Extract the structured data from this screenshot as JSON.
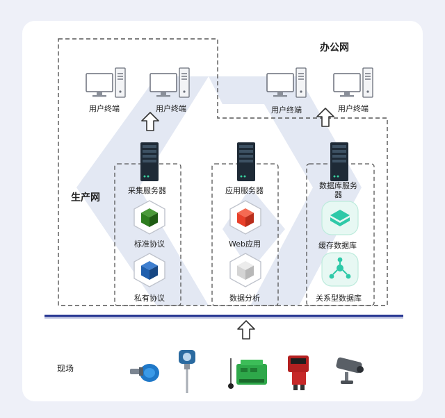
{
  "zones": {
    "office": "办公网",
    "production": "生产网",
    "field": "现场"
  },
  "terminals": [
    {
      "label": "用户终端"
    },
    {
      "label": "用户终端"
    },
    {
      "label": "用户终端"
    },
    {
      "label": "用户终端"
    }
  ],
  "columns": {
    "collect": {
      "server": "采集服务器",
      "items": [
        "标准协议",
        "私有协议"
      ]
    },
    "app": {
      "server": "应用服务器",
      "items": [
        "Web应用",
        "数据分析"
      ]
    },
    "db": {
      "server": "数据库服务\n器",
      "server_line1": "数据库服务",
      "server_line2": "器",
      "items": [
        "缓存数据库",
        "关系型数据库"
      ]
    }
  },
  "colors": {
    "cube_green": "#2e7d1f",
    "cube_red": "#e8402a",
    "cube_blue": "#1f5fae",
    "cube_gray": "#d4d4d4",
    "db_teal": "#2ec9a8",
    "bus_line": "#1a2a8c",
    "watermark": "#dfe4f1"
  },
  "field_devices": [
    "sensor-icon",
    "thermometer-probe-icon",
    "io-module-icon",
    "signal-tower-icon",
    "camera-icon"
  ]
}
